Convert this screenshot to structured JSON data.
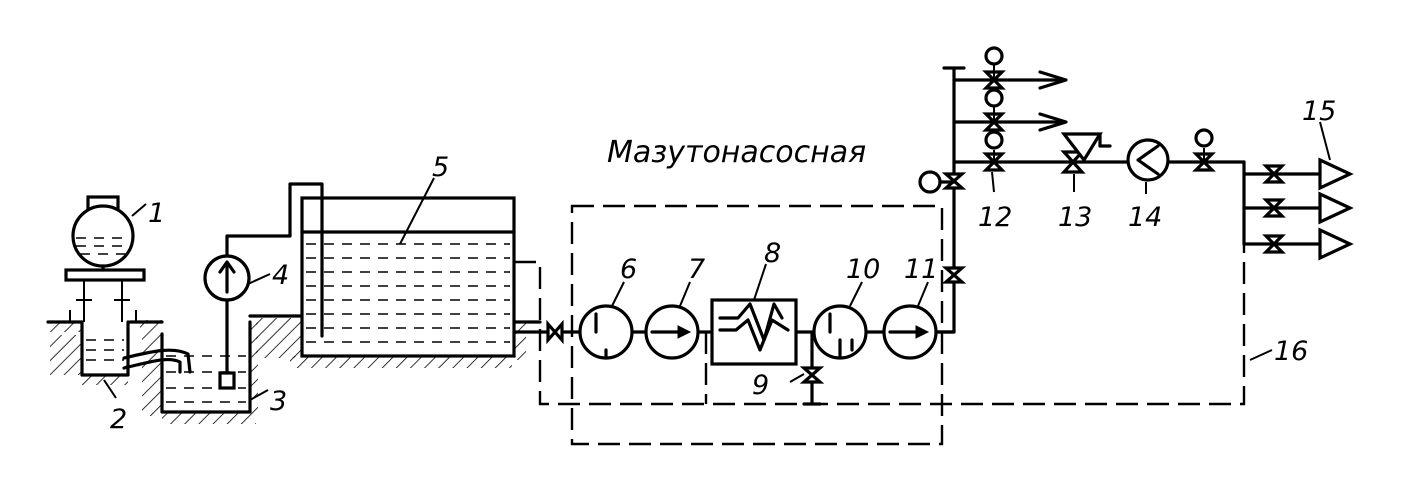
{
  "title": "Мазутонасосная",
  "labels": [
    "1",
    "2",
    "3",
    "4",
    "5",
    "6",
    "7",
    "8",
    "9",
    "10",
    "11",
    "12",
    "13",
    "14",
    "15",
    "16"
  ],
  "colors": {
    "ink": "#000000",
    "paper": "#ffffff"
  }
}
